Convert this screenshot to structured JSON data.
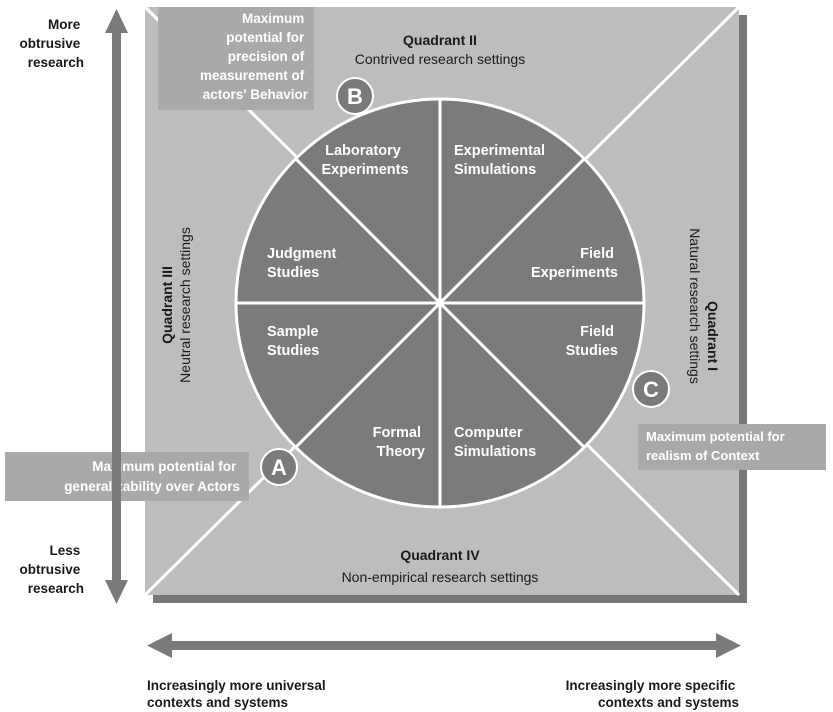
{
  "axes": {
    "vertical": {
      "top_label": [
        "More",
        "obtrusive",
        "research"
      ],
      "bottom_label": [
        "Less",
        "obtrusive",
        "research"
      ]
    },
    "horizontal": {
      "left_label": [
        "Increasingly more universal",
        "contexts and systems"
      ],
      "right_label": [
        "Increasingly more specific",
        "contexts and systems"
      ]
    }
  },
  "quadrants": {
    "q1": {
      "title": "Quadrant I",
      "subtitle": "Natural research settings"
    },
    "q2": {
      "title": "Quadrant II",
      "subtitle": "Contrived research settings"
    },
    "q3": {
      "title": "Quadrant III",
      "subtitle": "Neutral research settings"
    },
    "q4": {
      "title": "Quadrant IV",
      "subtitle": "Non-empirical research settings"
    }
  },
  "strategies": {
    "laboratory_experiments": [
      "Laboratory",
      "Experiments"
    ],
    "experimental_simulations": [
      "Experimental",
      "Simulations"
    ],
    "field_experiments": [
      "Field",
      "Experiments"
    ],
    "field_studies": [
      "Field",
      "Studies"
    ],
    "computer_simulations": [
      "Computer",
      "Simulations"
    ],
    "formal_theory": [
      "Formal",
      "Theory"
    ],
    "sample_studies": [
      "Sample",
      "Studies"
    ],
    "judgment_studies": [
      "Judgment",
      "Studies"
    ]
  },
  "markers": {
    "a": {
      "letter": "A",
      "caption": [
        "Maximum potential for",
        "generalizability over Actors"
      ]
    },
    "b": {
      "letter": "B",
      "caption": [
        "Maximum",
        "potential for",
        "precision of",
        "measurement of",
        "actors' Behavior"
      ]
    },
    "c": {
      "letter": "C",
      "caption": [
        "Maximum potential for",
        "realism of Context"
      ]
    }
  },
  "colors": {
    "square_fill": "#bdbdbd",
    "shadow": "#767676",
    "wheel_fill": "#7b7b7b",
    "wheel_text": "#ffffff",
    "arrow": "#7a7a7a",
    "marker_fill": "#7a7a7a",
    "caption_fill": "#a9a9a9",
    "caption_text": "#ffffff"
  }
}
